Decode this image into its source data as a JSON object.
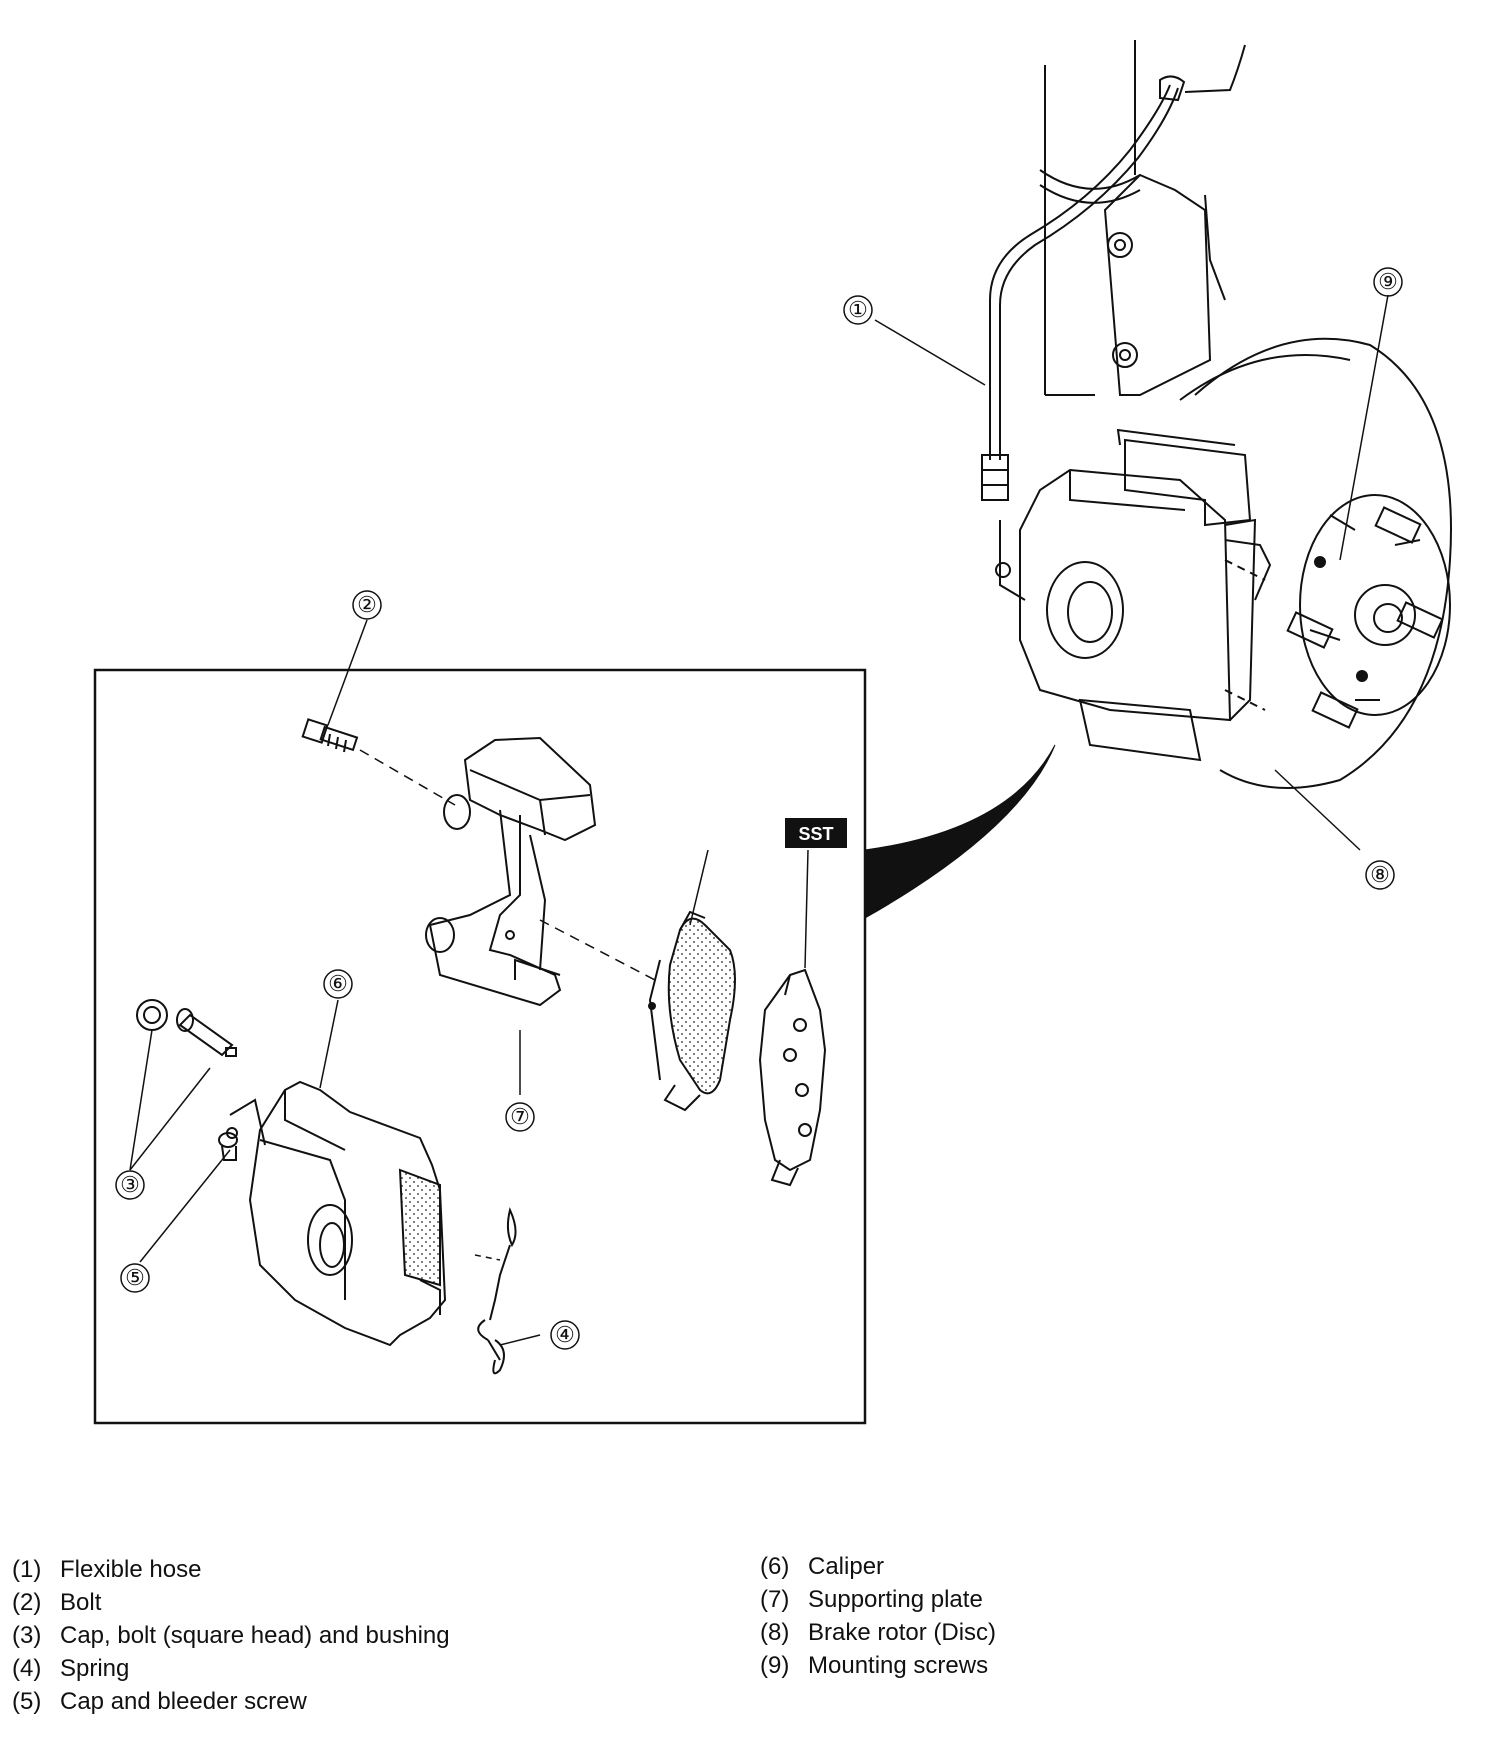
{
  "callouts": {
    "c1": "①",
    "c2": "②",
    "c3": "③",
    "c4": "④",
    "c5": "⑤",
    "c6": "⑥",
    "c7": "⑦",
    "c8": "⑧",
    "c9": "⑨"
  },
  "sst_label": "SST",
  "legend": {
    "left": [
      {
        "num": "(1)",
        "text": "Flexible hose"
      },
      {
        "num": "(2)",
        "text": "Bolt"
      },
      {
        "num": "(3)",
        "text": "Cap, bolt (square head) and bushing"
      },
      {
        "num": "(4)",
        "text": "Spring"
      },
      {
        "num": "(5)",
        "text": "Cap and bleeder screw"
      }
    ],
    "right": [
      {
        "num": "(6)",
        "text": "Caliper"
      },
      {
        "num": "(7)",
        "text": "Supporting plate"
      },
      {
        "num": "(8)",
        "text": "Brake rotor (Disc)"
      },
      {
        "num": "(9)",
        "text": "Mounting screws"
      }
    ]
  },
  "colors": {
    "line": "#111111",
    "pad_dots": "#555555",
    "background": "#ffffff"
  }
}
